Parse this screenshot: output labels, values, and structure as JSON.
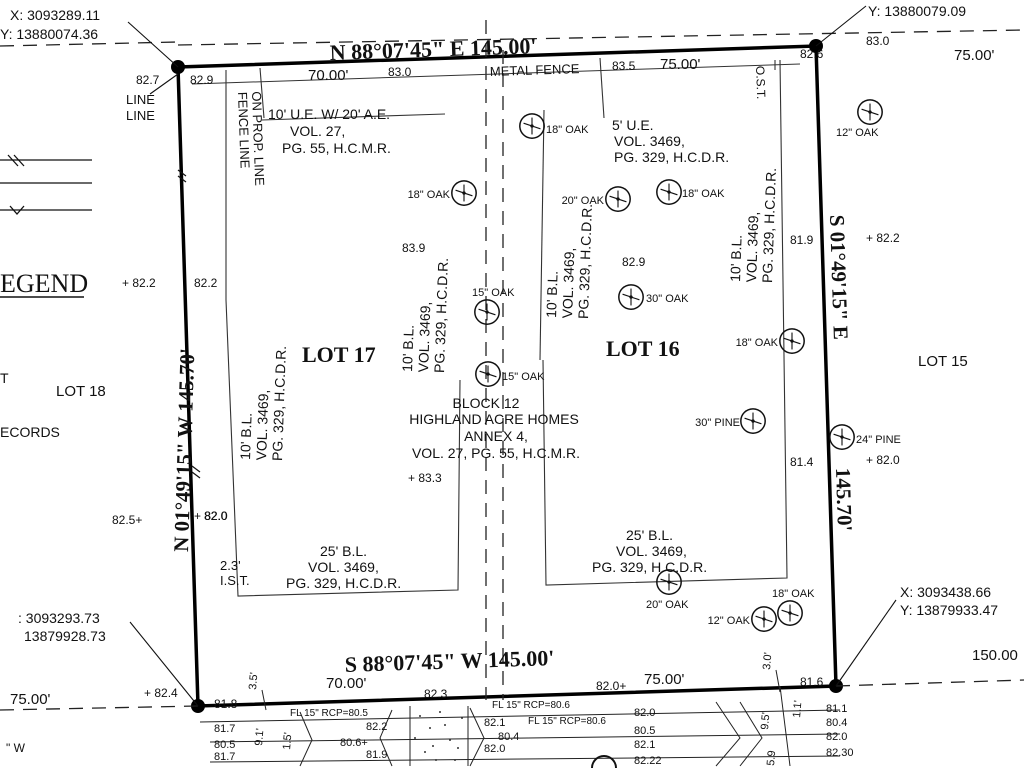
{
  "coords": {
    "nw_x": "X: 3093289.11",
    "nw_y": "Y: 13880074.36",
    "ne_y": "Y: 13880079.09",
    "se_x": "X: 3093438.66",
    "se_y": "Y: 13879933.47",
    "sw_x": ": 3093293.73",
    "sw_y": "13879928.73"
  },
  "bearings": {
    "north": "N 88°07'45\" E 145.00'",
    "south": "S 88°07'45\" W 145.00'",
    "west": "N 01°49'15\" W 145.70'",
    "east_a": "S 01°49'15\" E",
    "east_b": "145.70'"
  },
  "legend_title": "EGEND",
  "legend_t": "T",
  "legend_records": "ECORDS",
  "lots": {
    "lot15": "LOT 15",
    "lot16": "LOT 16",
    "lot17": "LOT 17",
    "lot18": "LOT 18"
  },
  "block": [
    "BLOCK 12",
    "HIGHLAND ACRE HOMES",
    "ANNEX 4,",
    "VOL. 27, PG. 55, H.C.M.R."
  ],
  "ue_a": [
    "10' U.E. W/ 20' A.E.",
    "VOL. 27,",
    "PG. 55, H.C.M.R."
  ],
  "ue_b": [
    "5' U.E.",
    "VOL. 3469,",
    "PG. 329, H.C.D.R."
  ],
  "bl_25_left": [
    "25' B.L.",
    "VOL. 3469,",
    "PG. 329, H.C.D.R."
  ],
  "bl_25_right": [
    "25' B.L.",
    "VOL. 3469,",
    "PG. 329, H.C.D.R."
  ],
  "bl_10": {
    "west": [
      "10' B.L.",
      "VOL. 3469,",
      "PG. 329, H.C.D.R."
    ],
    "mid_left": [
      "10' B.L.",
      "VOL. 3469,",
      "PG. 329, H.C.D.R."
    ],
    "mid_right": [
      "10' B.L.",
      "VOL. 3469,",
      "PG. 329, H.C.D.R."
    ],
    "east": [
      "10' B.L.",
      "VOL. 3469,",
      "PG. 329, H.C.D.R."
    ]
  },
  "fence_line": [
    "FENCE LINE",
    "ON PROP. LINE"
  ],
  "metal_fence": "METAL FENCE",
  "line_line": [
    "LINE",
    "LINE"
  ],
  "ost": "O.S.T.",
  "ist": [
    "2.3'",
    "I.S.T."
  ],
  "dims": {
    "top_70": "70.00'",
    "top_75": "75.00'",
    "bot_70": "70.00'",
    "bot_75": "75.00'",
    "right_75": "75.00'",
    "left_75": "75.00'",
    "right_150": "150.00",
    "d35": "3.5'",
    "d30": "3.0'",
    "d91": "9.1'",
    "d95": "9.5'",
    "d15": "1.5'",
    "d11": "1.1'",
    "d59": "5.9"
  },
  "trees": [
    {
      "label": "18\" OAK"
    },
    {
      "label": "12\" OAK"
    },
    {
      "label": "18\" OAK"
    },
    {
      "label": "20\" OAK"
    },
    {
      "label": "18\" OAK"
    },
    {
      "label": "15\" OAK"
    },
    {
      "label": "30\" OAK"
    },
    {
      "label": "18\" OAK"
    },
    {
      "label": "15\" OAK"
    },
    {
      "label": "30\" PINE"
    },
    {
      "label": "24\" PINE"
    },
    {
      "label": "20\" OAK"
    },
    {
      "label": "18\" OAK"
    },
    {
      "label": "12\" OAK"
    }
  ],
  "elevations": [
    "82.7",
    "82.9",
    "83.0",
    "83.5",
    "82.6",
    "83.0",
    "83.9",
    "+ 82.2",
    "82.2",
    "82.9",
    "81.9",
    "+ 82.2",
    "81.4",
    "+ 82.0",
    "+ 82.0",
    "+ 83.3",
    "82.5+",
    "82.0",
    "+ 82.4",
    "81.8",
    "82.3",
    "82.0+",
    "81.6"
  ],
  "street": {
    "fl_left": "FL 15\" RCP=80.5",
    "fl_right": "FL 15\" RCP=80.6",
    "rcp_mid": "FL 15\" RCP=80.6",
    "values": [
      "81.7",
      "80.5",
      "81.7",
      "80.6+",
      "82.2",
      "81.9",
      "82.1",
      "80.4",
      "82.0",
      "82.0",
      "80.5",
      "82.1",
      "82.22",
      "81.1",
      "80.4",
      "82.0",
      "82.30"
    ],
    "corner_w": "\" W"
  }
}
